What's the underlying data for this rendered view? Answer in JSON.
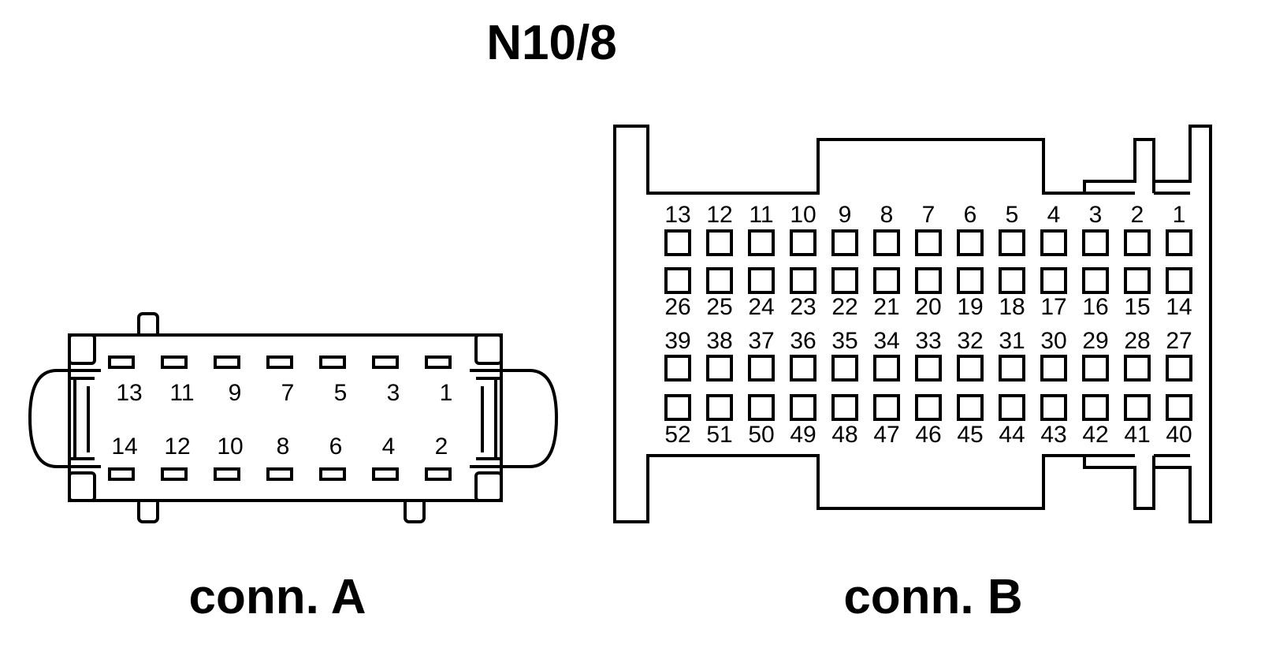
{
  "title": "N10/8",
  "connector_a": {
    "label": "conn. A",
    "top_row": [
      "13",
      "11",
      "9",
      "7",
      "5",
      "3",
      "1"
    ],
    "bottom_row": [
      "14",
      "12",
      "10",
      "8",
      "6",
      "4",
      "2"
    ]
  },
  "connector_b": {
    "label": "conn. B",
    "row1": [
      "13",
      "12",
      "11",
      "10",
      "9",
      "8",
      "7",
      "6",
      "5",
      "4",
      "3",
      "2",
      "1"
    ],
    "row2": [
      "26",
      "25",
      "24",
      "23",
      "22",
      "21",
      "20",
      "19",
      "18",
      "17",
      "16",
      "15",
      "14"
    ],
    "row3": [
      "39",
      "38",
      "37",
      "36",
      "35",
      "34",
      "33",
      "32",
      "31",
      "30",
      "29",
      "28",
      "27"
    ],
    "row4": [
      "52",
      "51",
      "50",
      "49",
      "48",
      "47",
      "46",
      "45",
      "44",
      "43",
      "42",
      "41",
      "40"
    ]
  }
}
